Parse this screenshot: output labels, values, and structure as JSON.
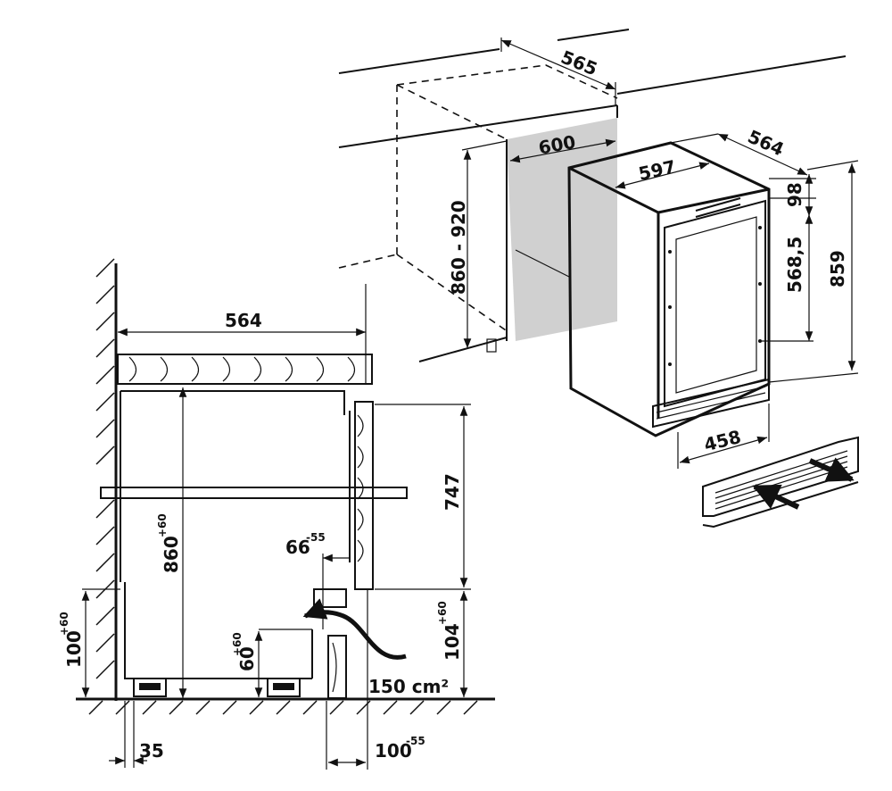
{
  "colors": {
    "line": "#111111",
    "niche_fill": "#d0d0d0",
    "wood_fill": "#ececec",
    "background": "#ffffff"
  },
  "dims_3d": {
    "niche_depth": "565",
    "niche_width": "600",
    "niche_height": "860 - 920",
    "appliance_width": "597",
    "appliance_depth": "564",
    "top_offset": "98",
    "door_span": "568,5",
    "appliance_height": "859",
    "grille_width": "458"
  },
  "dims_section": {
    "worktop_depth": "564",
    "door_height": "747",
    "niche_height_base": "860",
    "niche_height_tol": "+60",
    "gap_base": "66",
    "gap_tol": "-55",
    "plinth_height_base": "104",
    "plinth_height_tol": "+60",
    "foot_height_base": "60",
    "foot_height_tol": "+60",
    "wall_plinth_base": "100",
    "wall_plinth_tol": "+60",
    "vent_area": "150 cm²",
    "rear_offset": "35",
    "plinth_offset_base": "100",
    "plinth_offset_tol": "-55"
  }
}
